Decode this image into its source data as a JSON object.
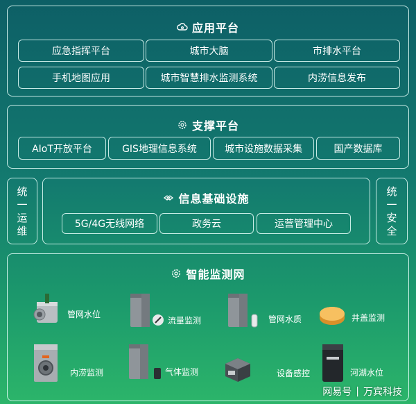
{
  "app_platform": {
    "title": "应用平台",
    "items": [
      "应急指挥平台",
      "城市大脑",
      "市排水平台",
      "手机地图应用",
      "城市智慧排水监测系统",
      "内涝信息发布"
    ]
  },
  "support_platform": {
    "title": "支撑平台",
    "items": [
      "AIoT开放平台",
      "GIS地理信息系统",
      "城市设施数据采集",
      "国产数据库"
    ]
  },
  "left_side": {
    "chars": [
      "统",
      "一",
      "运",
      "维"
    ]
  },
  "right_side": {
    "chars": [
      "统",
      "一",
      "安",
      "全"
    ]
  },
  "infra": {
    "title": "信息基础设施",
    "items": [
      "5G/4G无线网络",
      "政务云",
      "运营管理中心"
    ]
  },
  "monitor": {
    "title": "智能监测网",
    "devices": [
      {
        "label": "管网水位",
        "icon": "pipe-level-sensor-icon"
      },
      {
        "label": "流量监测",
        "icon": "flow-meter-icon"
      },
      {
        "label": "管网水质",
        "icon": "water-quality-icon"
      },
      {
        "label": "井盖监测",
        "icon": "manhole-cover-icon"
      },
      {
        "label": "内涝监测",
        "icon": "waterlogging-camera-icon"
      },
      {
        "label": "气体监测",
        "icon": "gas-sensor-icon"
      },
      {
        "label": "设备感控",
        "icon": "control-box-icon"
      },
      {
        "label": "河湖水位",
        "icon": "river-level-icon"
      }
    ]
  },
  "watermark": {
    "source": "网易号",
    "separator": "|",
    "author": "万宾科技"
  }
}
